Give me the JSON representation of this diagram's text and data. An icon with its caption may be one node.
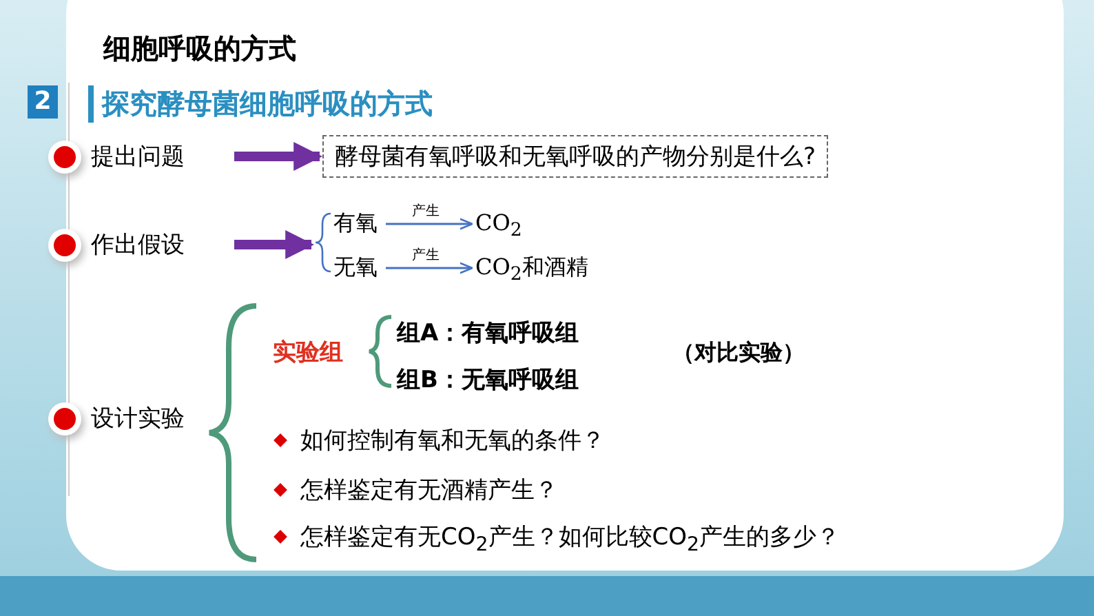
{
  "diagram": {
    "title": "细胞呼吸的方式",
    "nodes": [
      {
        "text": [
          "提出问题"
        ]
      },
      {
        "text": [
          "酵母菌有氧呼吸和无氧呼吸的产物分别是什么?"
        ]
      },
      {
        "text": [
          "作出假设"
        ]
      },
      {
        "text": [
          "有氧"
        ]
      },
      {
        "text": [
          "CO$_{2}$"
        ]
      },
      {
        "text": [
          "无氧"
        ]
      },
      {
        "text": [
          "CO$_{2}$和酒精"
        ]
      }
    ],
    "edges": [
      {
        "from": 0,
        "to": 1,
        "arrow": "to"
      },
      {
        "from": 2,
        "to": 3,
        "arrow": "to"
      },
      {
        "from": 2,
        "to": 5,
        "arrow": "to"
      },
      {
        "from": 3,
        "to": 4,
        "arrow": "to",
        "label": "产生",
        "color": "#4472c4"
      },
      {
        "from": 5,
        "to": 6,
        "arrow": "to",
        "label": "产生",
        "color": "#4472c4"
      }
    ],
    "labels": [
      "2",
      "探究酵母菌细胞呼吸的方式",
      "设计实验",
      "实验组",
      "组A：有氧呼吸组",
      "组B：无氧呼吸组",
      "（对比实验）",
      "如何控制有氧和无氧的条件？",
      "怎样鉴定有无酒精产生？",
      "怎样鉴定有无CO$_{2}$产生？如何比较CO$_{2}$产生的多少？"
    ]
  }
}
